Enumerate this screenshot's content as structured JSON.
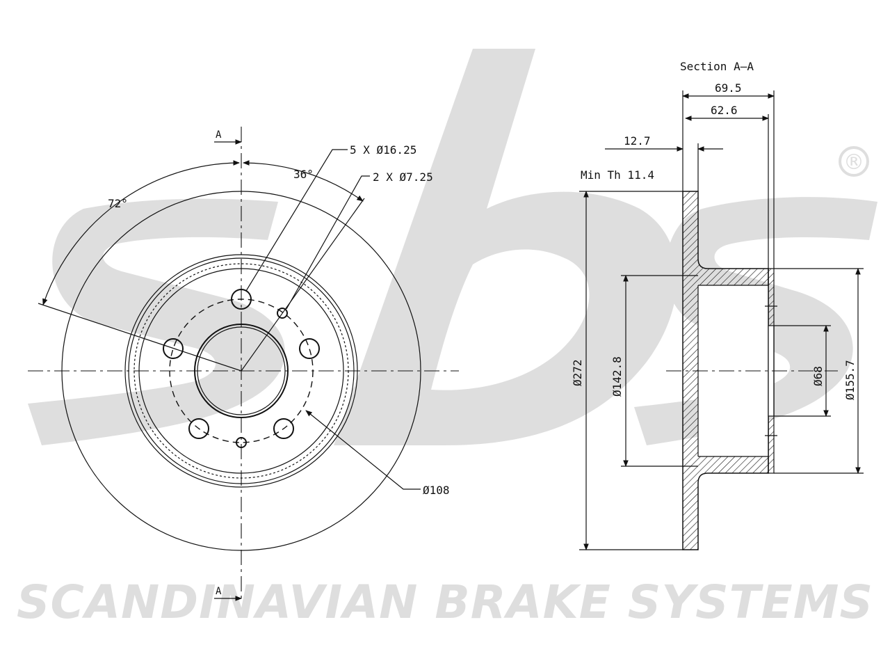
{
  "watermark": {
    "brand_footer": "SCANDINAVIAN BRAKE SYSTEMS",
    "registered_mark": "®",
    "logo_name": "sbs-logo",
    "color": "#dedede"
  },
  "front_view": {
    "section_marker_top": "A",
    "section_marker_bottom": "A",
    "angle_36": "36°",
    "angle_72": "72°",
    "bolt_holes": "5 X Ø16.25",
    "pin_holes": "2 X Ø7.25",
    "pcd": "Ø108"
  },
  "section_view": {
    "title": "Section A–A",
    "dim_total_height": "69.5",
    "dim_hat_height": "62.6",
    "dim_thickness": "12.7",
    "min_thickness": "Min Th 11.4",
    "dia_outer": "Ø272",
    "dia_inner": "Ø142.8",
    "dia_center": "Ø68",
    "dia_hat": "Ø155.7"
  },
  "colors": {
    "line": "#111111",
    "background": "#ffffff"
  }
}
